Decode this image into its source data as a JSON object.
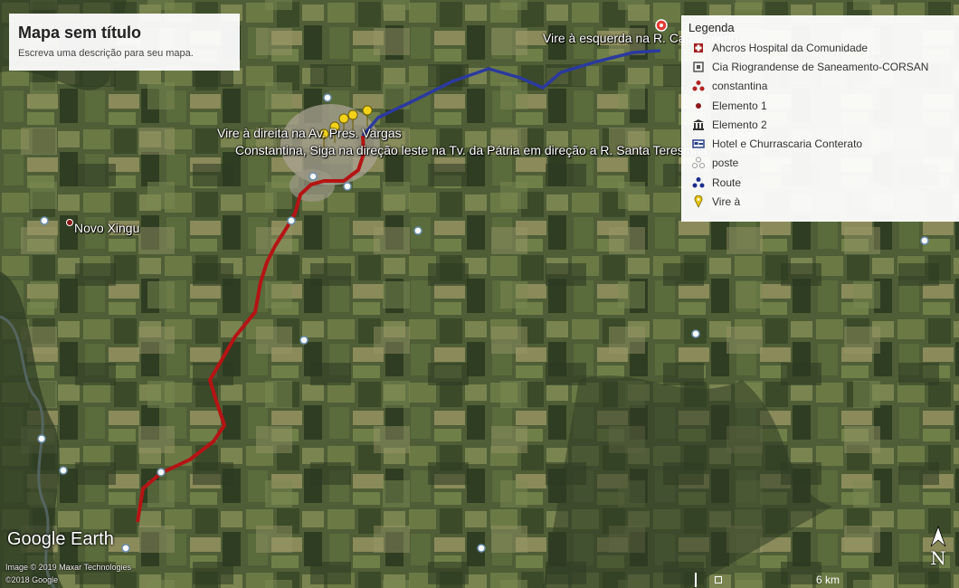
{
  "title_card": {
    "title": "Mapa sem título",
    "description": "Escreva uma descrição para seu mapa."
  },
  "legend": {
    "title": "Legenda",
    "items": [
      {
        "label": "Ahcros Hospital da Comunidade",
        "icon": "hospital-icon",
        "color": "#a31c1c"
      },
      {
        "label": "Cia Riograndense de Saneamento-CORSAN",
        "icon": "square-building-icon",
        "color": "#555555"
      },
      {
        "label": "constantina",
        "icon": "cluster-dots-icon",
        "color": "#b22222"
      },
      {
        "label": "Elemento 1",
        "icon": "dot-icon",
        "color": "#8b1a1a"
      },
      {
        "label": "Elemento 2",
        "icon": "museum-icon",
        "color": "#333333"
      },
      {
        "label": "Hotel e Churrascaria Conterato",
        "icon": "bed-icon",
        "color": "#2b3f8c"
      },
      {
        "label": "poste",
        "icon": "cluster-outline-icon",
        "color": "#999999"
      },
      {
        "label": "Route",
        "icon": "route-dots-icon",
        "color": "#1c2e8c"
      },
      {
        "label": "Vire à",
        "icon": "pin-icon",
        "color": "#e6c200"
      }
    ]
  },
  "map_labels": {
    "vire_direita": "Vire à direita na Av. Pres. Vargas",
    "constantina_siga": "Constantina, Siga na direção leste na Tv. da Pátria em direção a R. Santa Teresinha",
    "vire_esquerda": "Vire à esquerda na R. Cap. Valério",
    "novo_xingu": "Novo Xingu"
  },
  "branding": {
    "logo": "Google Earth",
    "credit1": "Image © 2019 Maxar Technologies",
    "credit2": "©2018 Google"
  },
  "scale": {
    "label": "6 km"
  },
  "compass": {
    "label": "N"
  },
  "colors": {
    "route_red": "#b51414",
    "route_blue": "#2b3a9e",
    "pin_yellow": "#f2d21b"
  }
}
